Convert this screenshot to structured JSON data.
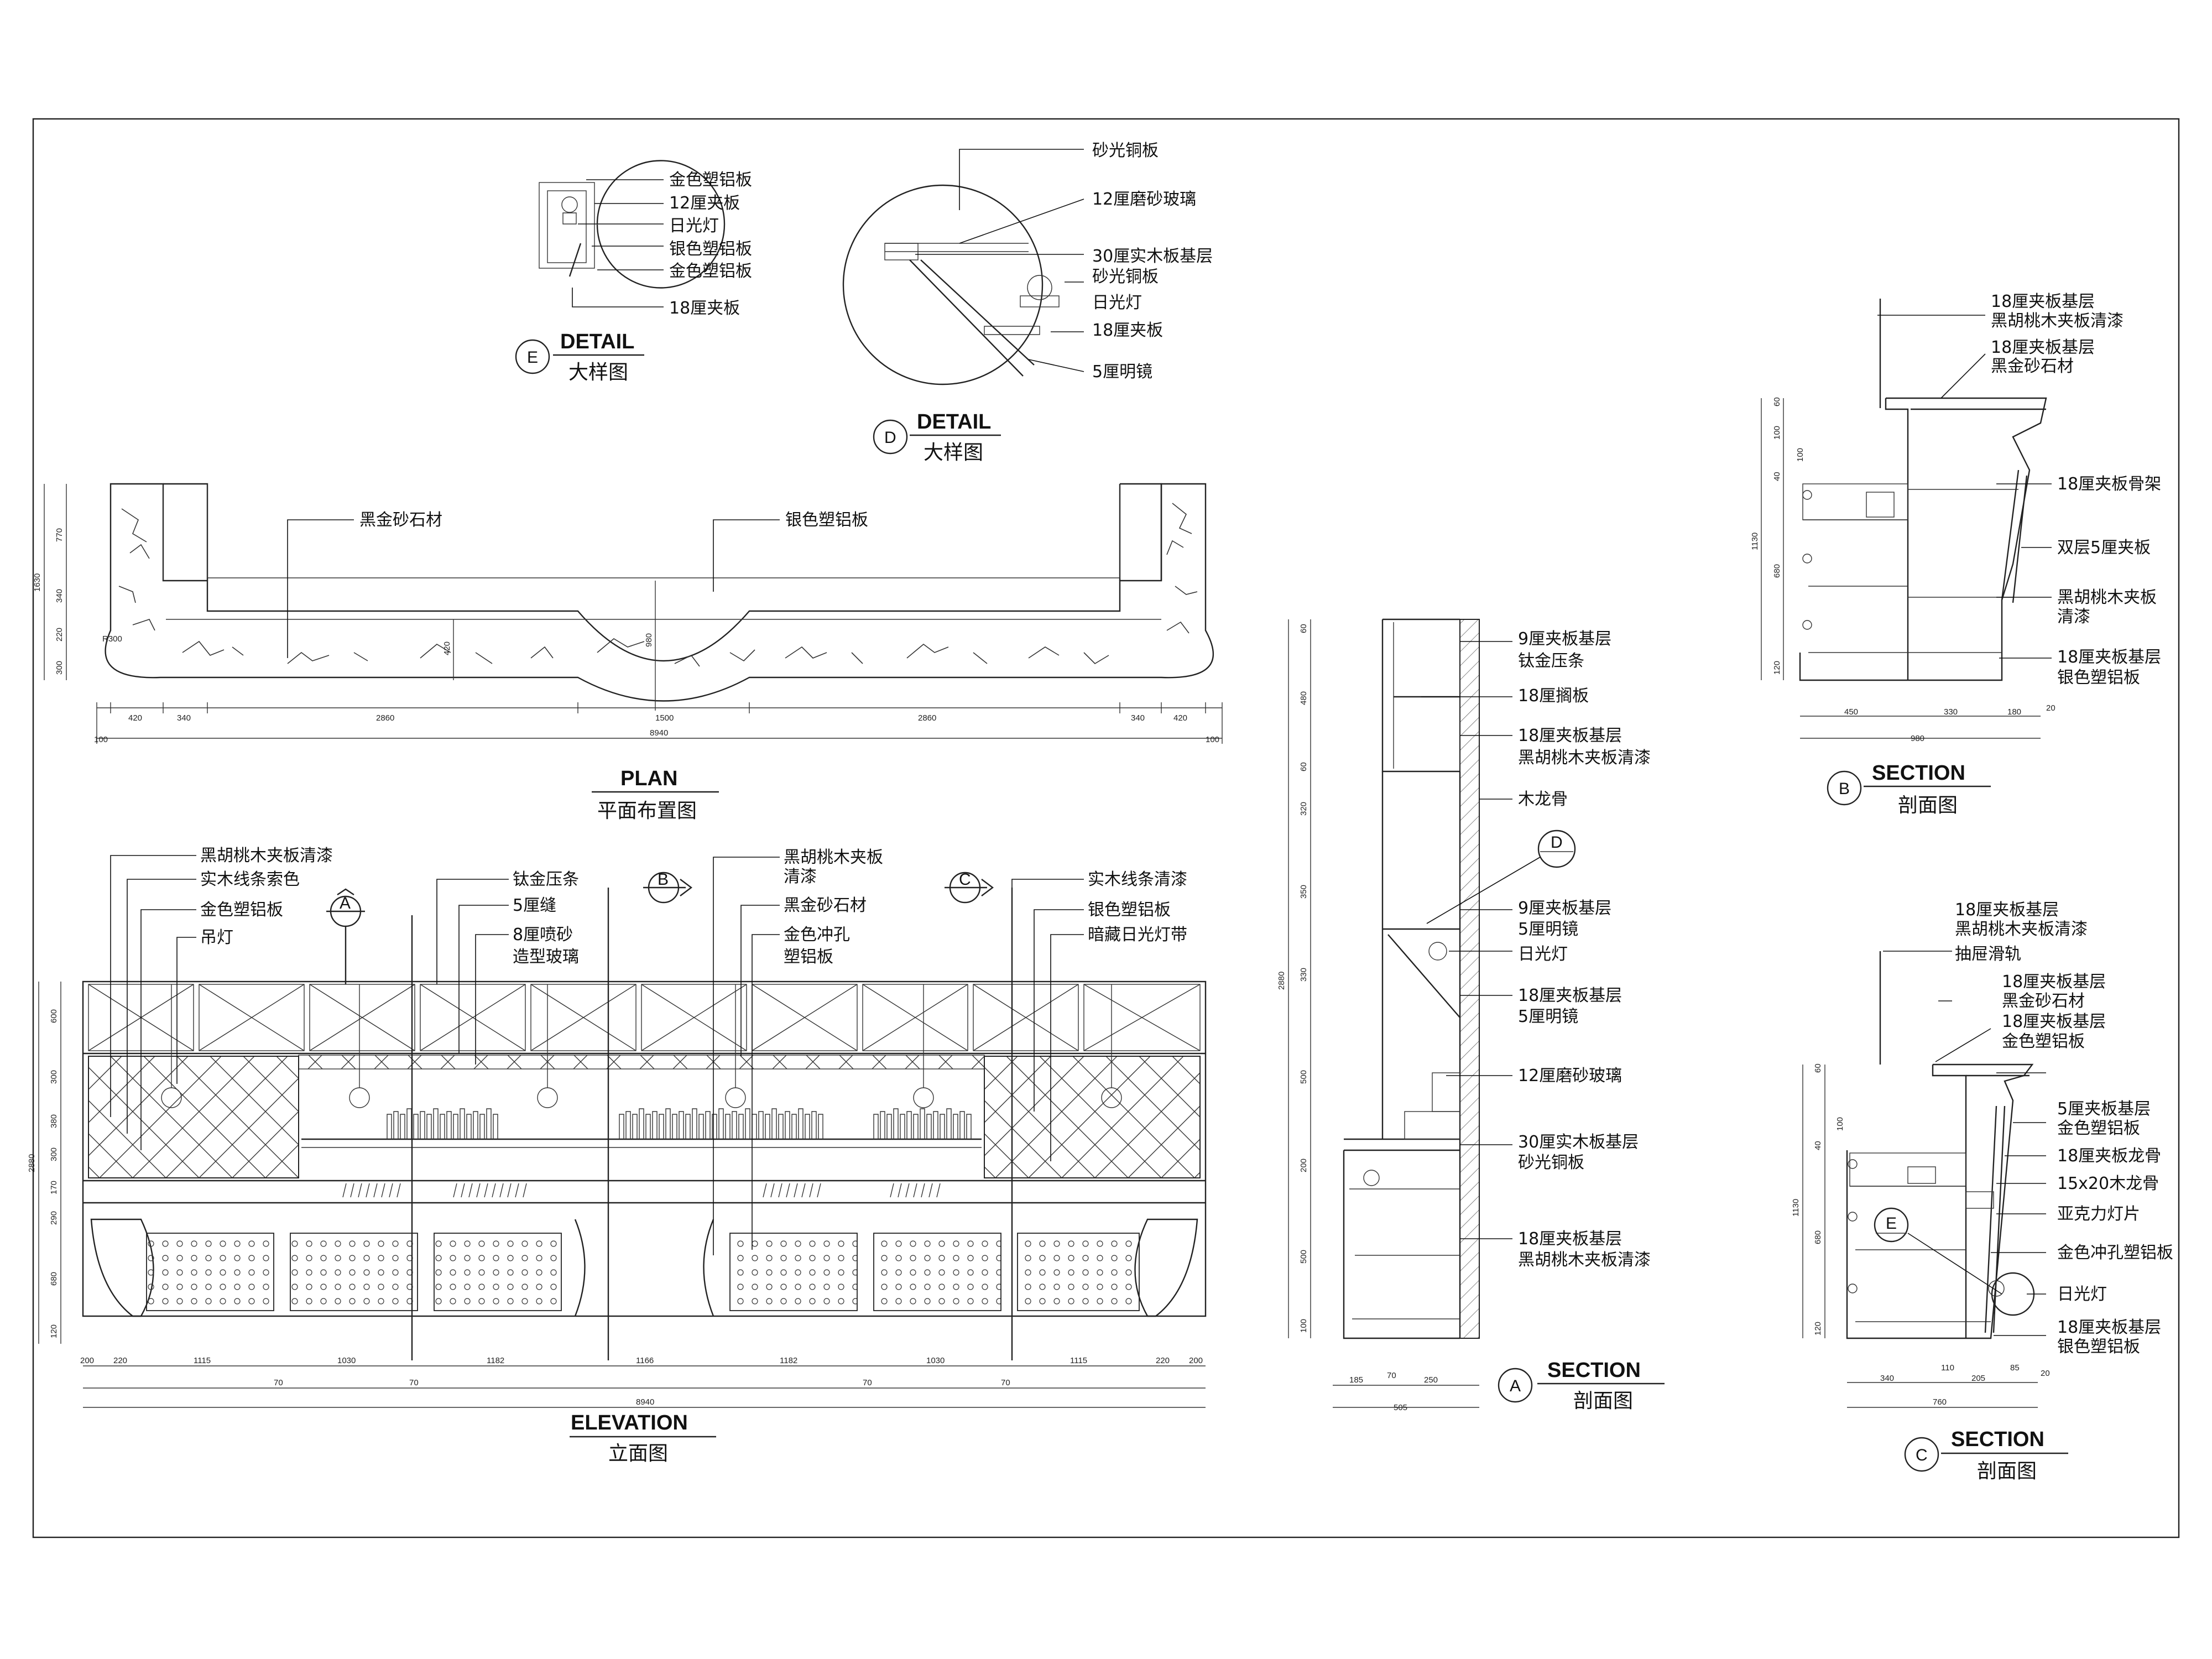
{
  "views": {
    "detail_e": {
      "marker": "E",
      "title": "DETAIL",
      "subtitle": "大样图",
      "labels": [
        "金色塑铝板",
        "12厘夹板",
        "日光灯",
        "银色塑铝板",
        "金色塑铝板",
        "18厘夹板"
      ]
    },
    "detail_d": {
      "marker": "D",
      "title": "DETAIL",
      "subtitle": "大样图",
      "labels": [
        "砂光铜板",
        "12厘磨砂玻璃",
        "30厘实木板基层",
        "砂光铜板",
        "日光灯",
        "18厘夹板",
        "5厘明镜"
      ]
    },
    "plan": {
      "title": "PLAN",
      "subtitle": "平面布置图",
      "labels": [
        "黑金砂石材",
        "银色塑铝板"
      ],
      "radius_note": "R300",
      "dims_bottom": [
        "100",
        "420",
        "340",
        "2860",
        "1500",
        "2860",
        "340",
        "420",
        "100"
      ],
      "dim_total": "8940",
      "dims_left": [
        "770",
        "340",
        "220",
        "300"
      ],
      "dim_left_total": "1630",
      "dims_inner": [
        "420",
        "980"
      ]
    },
    "elevation": {
      "title": "ELEVATION",
      "subtitle": "立面图",
      "labels_left": [
        "黑胡桃木夹板清漆",
        "实木线条索色",
        "金色塑铝板",
        "吊灯"
      ],
      "labels_mid1": [
        "钛金压条",
        "5厘缝",
        "8厘喷砂",
        "造型玻璃"
      ],
      "labels_mid2": [
        "黑胡桃木夹板",
        "清漆",
        "黑金砂石材",
        "金色冲孔",
        "塑铝板"
      ],
      "labels_right": [
        "实木线条清漆",
        "银色塑铝板",
        "暗藏日光灯带"
      ],
      "markers": [
        "A",
        "B",
        "C"
      ],
      "dims_bottom": [
        "200",
        "220",
        "1115",
        "1030",
        "1182",
        "1166",
        "1182",
        "1030",
        "1115",
        "220",
        "200"
      ],
      "dims_bottom2": [
        "70",
        "70",
        "70",
        "70"
      ],
      "dim_total": "8940",
      "dims_left": [
        "600",
        "300",
        "380",
        "300",
        "170",
        "290",
        "680",
        "120"
      ],
      "dim_left_total": "2880"
    },
    "section_a": {
      "marker": "A",
      "title": "SECTION",
      "subtitle": "剖面图",
      "labels": [
        "9厘夹板基层",
        "钛金压条",
        "18厘搁板",
        "18厘夹板基层",
        "黑胡桃木夹板清漆",
        "木龙骨",
        "9厘夹板基层",
        "5厘明镜",
        "日光灯",
        "18厘夹板基层",
        "5厘明镜",
        "12厘磨砂玻璃",
        "30厘实木板基层",
        "砂光铜板",
        "18厘夹板基层",
        "黑胡桃木夹板清漆"
      ],
      "detail_marker": "D",
      "dims_left": [
        "60",
        "480",
        "60",
        "320",
        "350",
        "330",
        "500",
        "200",
        "500",
        "100"
      ],
      "dim_left_total": "2880",
      "dims_bottom": [
        "185",
        "70",
        "250"
      ],
      "dim_total": "505"
    },
    "section_b": {
      "marker": "B",
      "title": "SECTION",
      "subtitle": "剖面图",
      "labels": [
        "18厘夹板基层",
        "黑胡桃木夹板清漆",
        "18厘夹板基层",
        "黑金砂石材",
        "18厘夹板骨架",
        "双层5厘夹板",
        "黑胡桃木夹板",
        "清漆",
        "18厘夹板基层",
        "银色塑铝板"
      ],
      "dims_left": [
        "60",
        "100",
        "100",
        "40",
        "680",
        "120"
      ],
      "dim_left_total": "1130",
      "dims_bottom": [
        "450",
        "330",
        "180",
        "20"
      ],
      "dim_total": "980"
    },
    "section_c": {
      "marker": "C",
      "title": "SECTION",
      "subtitle": "剖面图",
      "labels": [
        "18厘夹板基层",
        "黑胡桃木夹板清漆",
        "抽屉滑轨",
        "18厘夹板基层",
        "黑金砂石材",
        "18厘夹板基层",
        "金色塑铝板",
        "5厘夹板基层",
        "金色塑铝板",
        "18厘夹板龙骨",
        "15x20木龙骨",
        "亚克力灯片",
        "金色冲孔塑铝板",
        "日光灯",
        "18厘夹板基层",
        "银色塑铝板"
      ],
      "detail_marker": "E",
      "dims_left": [
        "60",
        "100",
        "40",
        "680",
        "120"
      ],
      "dim_left_total": "1130",
      "dims_bottom": [
        "340",
        "110",
        "205",
        "85",
        "20"
      ],
      "dim_total": "760"
    }
  }
}
